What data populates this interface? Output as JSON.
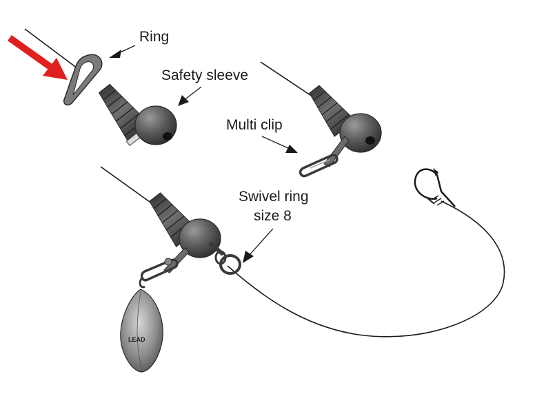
{
  "labels": {
    "ring": "Ring",
    "safety_sleeve": "Safety sleeve",
    "multi_clip": "Multi clip",
    "swivel_ring_line1": "Swivel ring",
    "swivel_ring_line2": "size 8",
    "lead": "LEAD"
  },
  "colors": {
    "line": "#1a1a1a",
    "red_arrow": "#e02020",
    "metal": "#6b6b6b",
    "dark": "#3a3a3a",
    "highlight": "#cfcfcf"
  },
  "icons": {
    "insert_arrow": "red-arrow-icon",
    "hook": "fish-hook-icon"
  }
}
